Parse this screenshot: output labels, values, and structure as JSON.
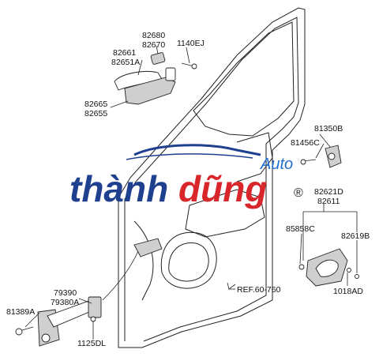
{
  "part_labels": [
    {
      "id": "82680",
      "text": "82680"
    },
    {
      "id": "82670",
      "text": "82670"
    },
    {
      "id": "1140EJ",
      "text": "1140EJ"
    },
    {
      "id": "82661",
      "text": "82661"
    },
    {
      "id": "82651A",
      "text": "82651A"
    },
    {
      "id": "82665",
      "text": "82665"
    },
    {
      "id": "82655",
      "text": "82655"
    },
    {
      "id": "81350B",
      "text": "81350B"
    },
    {
      "id": "81456C",
      "text": "81456C"
    },
    {
      "id": "82621D",
      "text": "82621D"
    },
    {
      "id": "82611",
      "text": "82611"
    },
    {
      "id": "85858C",
      "text": "85858C"
    },
    {
      "id": "82619B",
      "text": "82619B"
    },
    {
      "id": "1018AD",
      "text": "1018AD"
    },
    {
      "id": "79390",
      "text": "79390"
    },
    {
      "id": "79380A",
      "text": "79380A"
    },
    {
      "id": "81389A",
      "text": "81389A"
    },
    {
      "id": "1125DL",
      "text": "1125DL"
    }
  ],
  "reference": {
    "text": "REF.60-760"
  },
  "watermark": {
    "part1": "thành",
    "part2": "dũng",
    "auto": "Auto",
    "registered": "®",
    "colors": {
      "blue": "#1f3f8f",
      "red": "#d8262b",
      "auto": "#1f6fd1"
    }
  }
}
